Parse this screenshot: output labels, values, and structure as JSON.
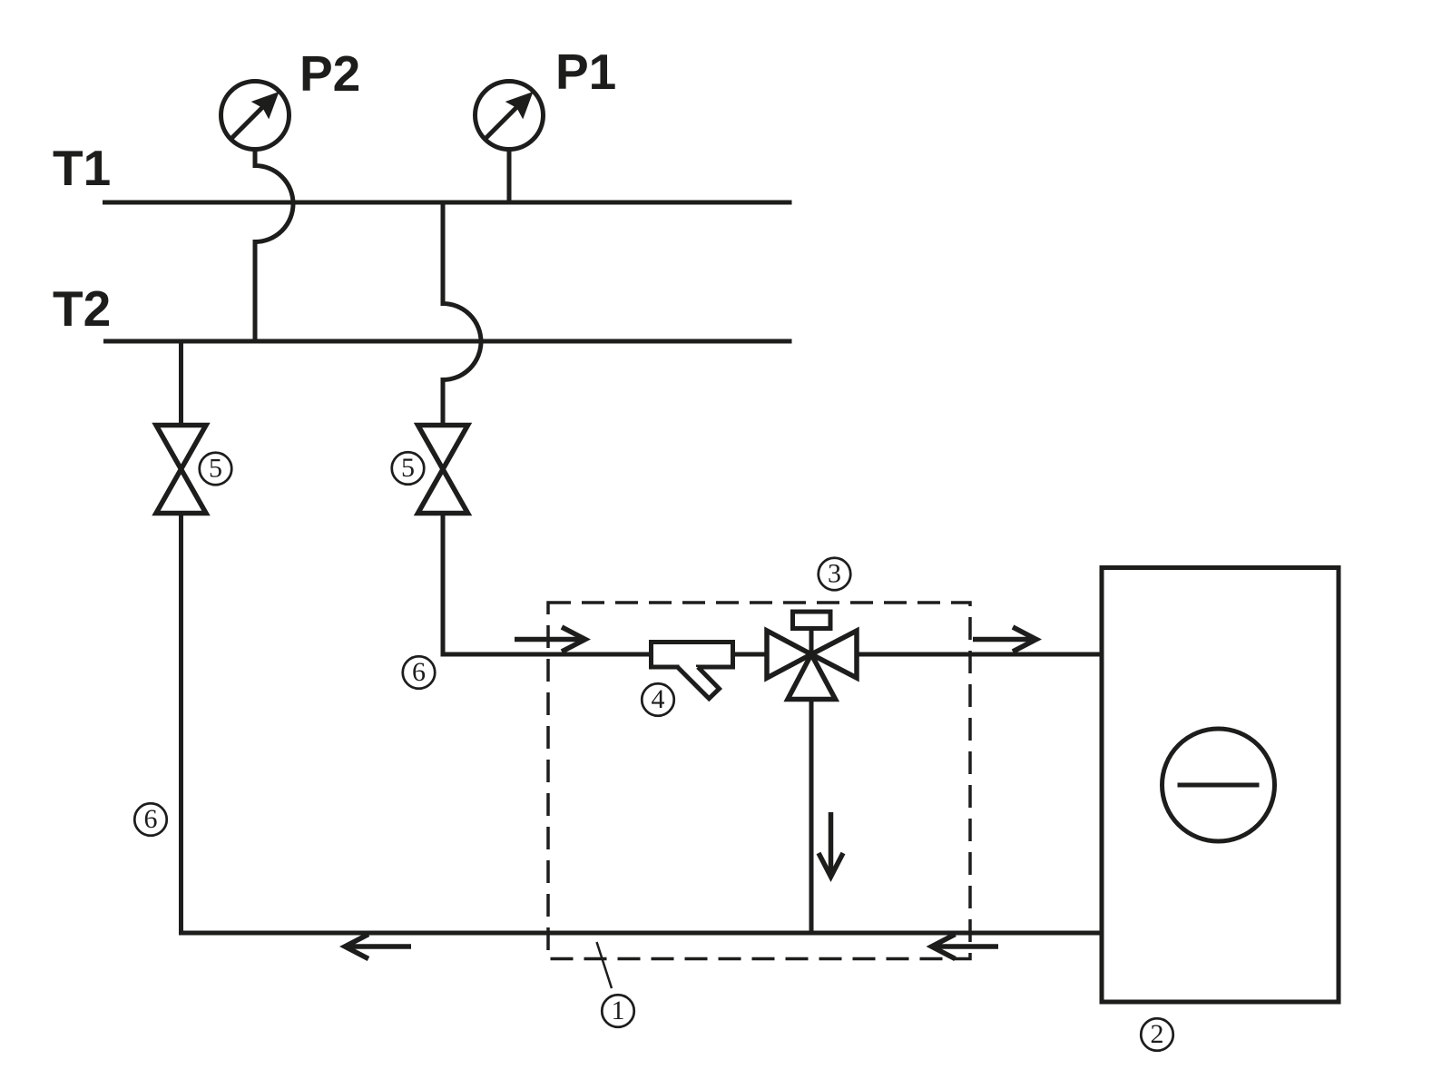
{
  "diagram": {
    "colors": {
      "ink": "#1d1d1b",
      "background": "#ffffff"
    },
    "pipe_labels": {
      "t1": "T1",
      "t2": "T2"
    },
    "gauge_labels": {
      "p1": "P1",
      "p2": "P2"
    },
    "callouts": {
      "mixing_unit": "1",
      "heat_exchanger": "2",
      "three_way_valve": "3",
      "strainer": "4",
      "shutoff_valve_left": "5",
      "shutoff_valve_right": "5",
      "connecting_pipe_left": "6",
      "connecting_pipe_supply": "6"
    }
  }
}
